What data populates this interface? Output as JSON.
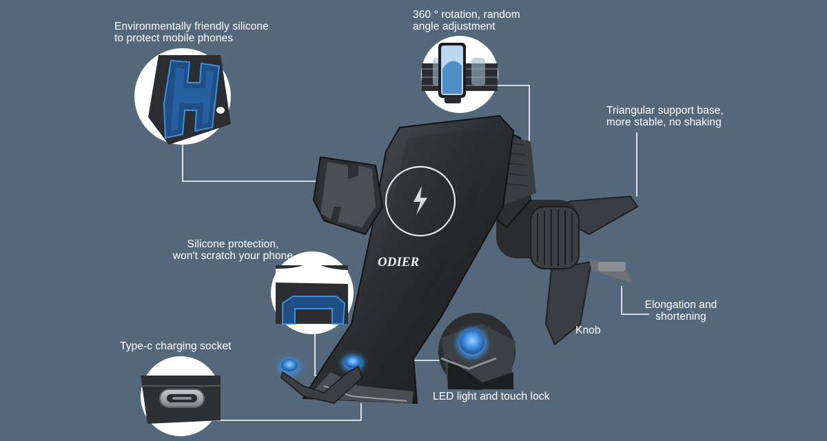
{
  "background_color": "#55687b",
  "accent_color": "#3d8fe0",
  "brand": {
    "logo_text": "ODIER"
  },
  "callouts": {
    "silicone_protect": "Environmentally friendly silicone\nto protect mobile phones",
    "rotation": "360 ° rotation, random\nangle adjustment",
    "triangular_base": "Triangular support base,\nmore stable, no shaking",
    "silicone_scratch": "Silicone protection,\nwon't scratch your phone",
    "elongation": "Elongation and\nshortening",
    "knob": "Knob",
    "typec": "Type-c charging socket",
    "led": "LED light and touch lock"
  },
  "icons": [
    "charging-bolt-icon",
    "usb-c-port-icon"
  ]
}
